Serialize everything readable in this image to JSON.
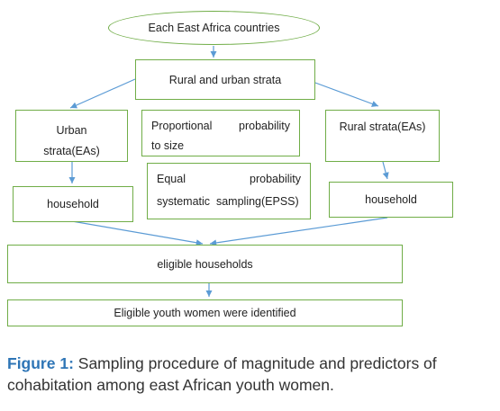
{
  "diagram": {
    "top": "Each East Africa countries",
    "strata": "Rural and urban strata",
    "urban_line1": "Urban",
    "urban_line2": "strata(EAs)",
    "pps_word1": "Proportional",
    "pps_word2": "probability",
    "pps_line2": "to size",
    "epss_word1": "Equal",
    "epss_word2": "probability",
    "epss_line2": "systematic  sampling(EPSS)",
    "rural": "Rural strata(EAs)",
    "household_left": "household",
    "household_right": "household",
    "eligible_households": "eligible households",
    "eligible_women": "Eligible youth women were identified"
  },
  "caption": {
    "label": "Figure 1:",
    "text": " Sampling procedure of magnitude and predictors of cohabitation among east African youth women."
  },
  "colors": {
    "box_border": "#70ad47",
    "arrow": "#5b9bd5",
    "caption_label": "#2e75b6"
  }
}
